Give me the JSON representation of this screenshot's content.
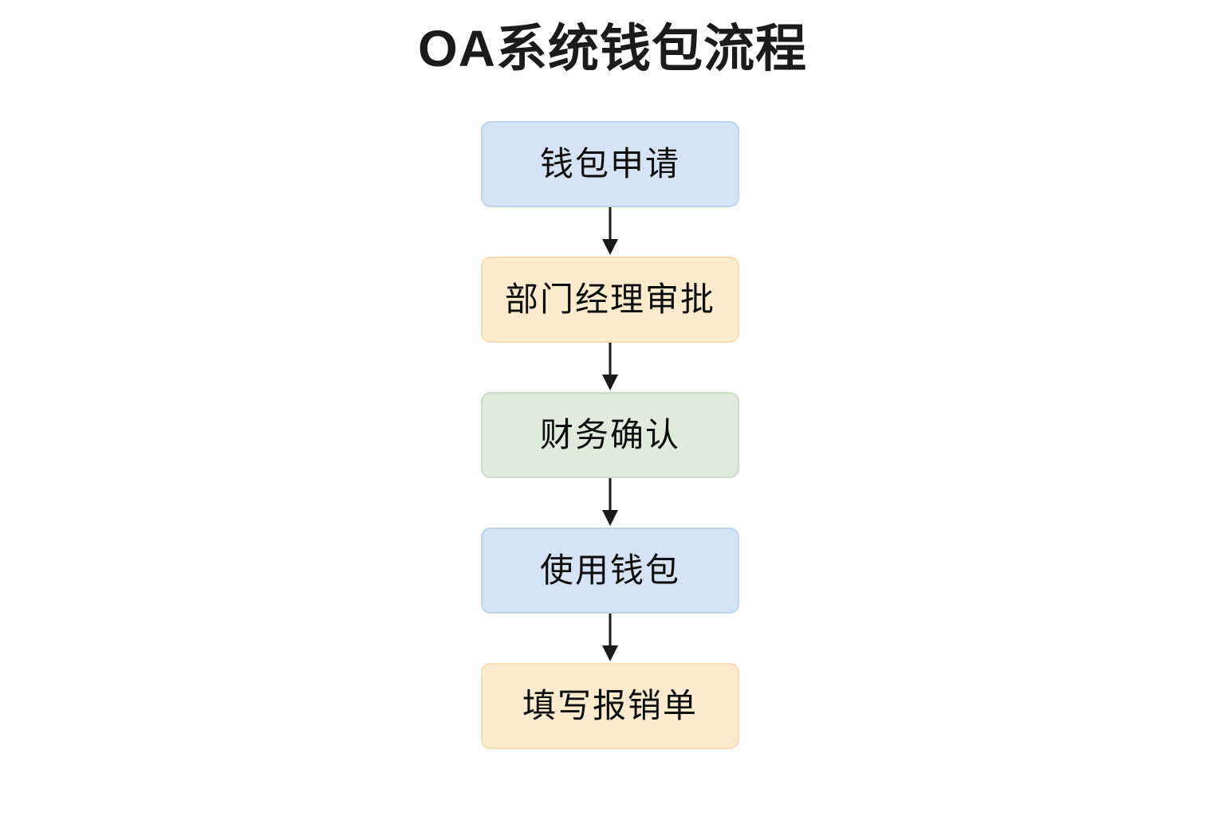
{
  "page": {
    "title": "OA系统钱包流程",
    "background_color": "#fefefe"
  },
  "diagram": {
    "type": "flowchart",
    "orientation": "vertical-top-to-bottom",
    "node_count": 5,
    "connector_count": 4,
    "connector_style": "solid-line-with-filled-arrowhead",
    "connector_color": "#1a1a1a",
    "nodes": [
      {
        "id": "node-1",
        "label": "钱包申请",
        "fill": "#d4e4f4",
        "stroke": "#bcd4ea",
        "color_name": "blue"
      },
      {
        "id": "node-2",
        "label": "部门经理审批",
        "fill": "#fdebcd",
        "stroke": "#f6dcb0",
        "color_name": "orange"
      },
      {
        "id": "node-3",
        "label": "财务确认",
        "fill": "#dfecdc",
        "stroke": "#c9ddc4",
        "color_name": "green"
      },
      {
        "id": "node-4",
        "label": "使用钱包",
        "fill": "#d4e4f4",
        "stroke": "#bcd4ea",
        "color_name": "blue"
      },
      {
        "id": "node-5",
        "label": "填写报销单",
        "fill": "#fdebcd",
        "stroke": "#f6dcb0",
        "color_name": "orange"
      }
    ]
  }
}
